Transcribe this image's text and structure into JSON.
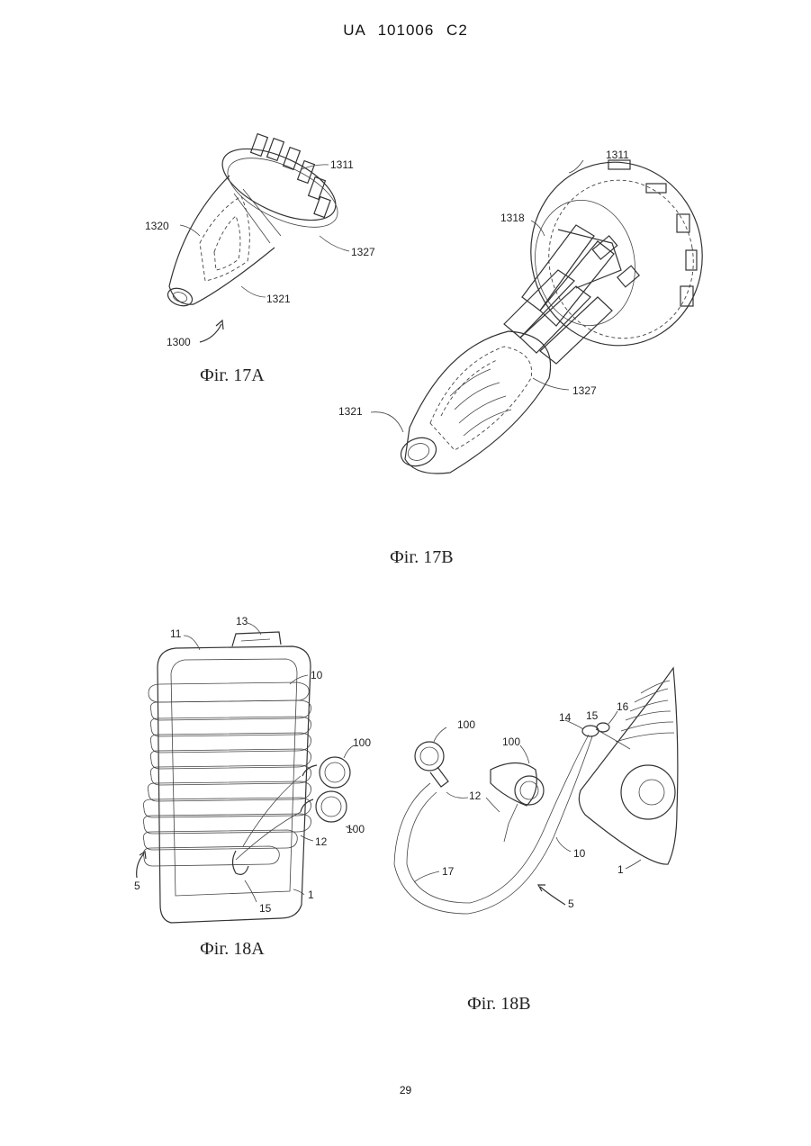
{
  "header": {
    "doc_id": "UA   101006   C2"
  },
  "page_number": "29",
  "figures": [
    {
      "caption": "Фіг. 17A",
      "labels": [
        "1311",
        "1320",
        "1327",
        "1321",
        "1300"
      ]
    },
    {
      "caption": "Фіг. 17B",
      "labels": [
        "1311",
        "1318",
        "1327",
        "1321"
      ]
    },
    {
      "caption": "Фіг. 18A",
      "labels": [
        "11",
        "13",
        "10",
        "100",
        "100",
        "12",
        "5",
        "15",
        "1"
      ]
    },
    {
      "caption": "Фіг. 18B",
      "labels": [
        "100",
        "100",
        "14",
        "15",
        "16",
        "12",
        "10",
        "17",
        "5",
        "1"
      ]
    }
  ]
}
